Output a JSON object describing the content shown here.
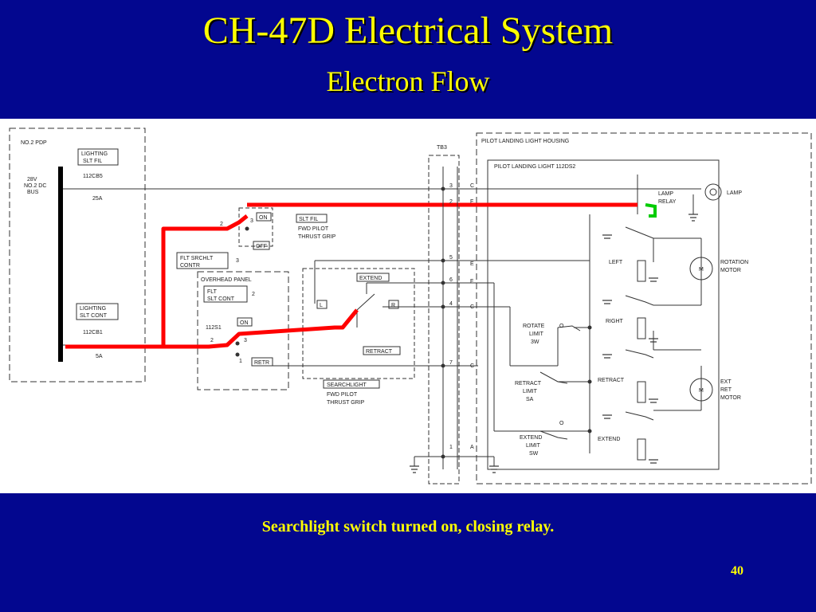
{
  "slide": {
    "title": "CH-47D Electrical System",
    "subtitle": "Electron Flow",
    "caption": "Searchlight switch turned on, closing relay.",
    "page_number": "40"
  },
  "colors": {
    "background": "#03078f",
    "text": "#ffff00",
    "current_path": "#ff0000",
    "relay_contact": "#00cc00"
  },
  "diagram": {
    "pdp_label": "NO.2 PDP",
    "bus_label_1": "28V",
    "bus_label_2": "NO.2 DC",
    "bus_label_3": "BUS",
    "cb1_box_1": "LIGHTING",
    "cb1_box_2": "SLT FIL",
    "cb1_id": "112CB5",
    "cb1_rating": "25A",
    "cb2_box_1": "LIGHTING",
    "cb2_box_2": "SLT CONT",
    "cb2_id": "112CB1",
    "cb2_rating": "5A",
    "grip_on": "ON",
    "grip_off": "OFF",
    "grip_pin_2": "2",
    "grip_pin_3": "3",
    "slt_fil": "SLT FIL",
    "fwd_pilot_1": "FWD PILOT",
    "thrust_grip_1": "THRUST GRIP",
    "flt_srchlt_1": "FLT SRCHLT",
    "flt_srchlt_2": "CONTR",
    "contr_num": "3",
    "overhead_panel": "OVERHEAD PANEL",
    "flt_slt_1": "FLT",
    "flt_slt_2": "SLT CONT",
    "flt_slt_num": "2",
    "s1_id": "112S1",
    "s1_on": "ON",
    "s1_retr": "RETR",
    "s1_pin_2": "2",
    "s1_pin_3": "3",
    "s1_pin_1": "1",
    "extend": "EXTEND",
    "retract": "RETRACT",
    "label_l": "L",
    "label_r": "R",
    "searchlight": "SEARCHLIGHT",
    "fwd_pilot_2": "FWD PILOT",
    "thrust_grip_2": "THRUST GRIP",
    "tb_label": "TB3",
    "tb_pins": [
      "3",
      "2",
      "5",
      "6",
      "4",
      "7",
      "1"
    ],
    "tb_right": [
      "C",
      "F",
      "E",
      "F",
      "C",
      "C",
      "A"
    ],
    "housing": "PILOT LANDING LIGHT HOUSING",
    "landing_light": "PILOT LANDING LIGHT 112DS2",
    "lamp_relay_1": "LAMP",
    "lamp_relay_2": "RELAY",
    "lamp": "LAMP",
    "left": "LEFT",
    "right": "RIGHT",
    "retract_relay": "RETRACT",
    "extend_relay": "EXTEND",
    "rotation_motor_1": "ROTATION",
    "rotation_motor_2": "MOTOR",
    "ext_ret_motor_1": "EXT",
    "ext_ret_motor_2": "RET",
    "ext_ret_motor_3": "MOTOR",
    "rotate_limit_1": "ROTATE",
    "rotate_limit_2": "LIMIT",
    "rotate_limit_3": "3W",
    "retract_limit_1": "RETRACT",
    "retract_limit_2": "LIMIT",
    "retract_limit_3": "SA",
    "extend_limit_1": "EXTEND",
    "extend_limit_2": "LIMIT",
    "extend_limit_3": "SW",
    "motor_symbol": "M",
    "limit_o": "O"
  }
}
